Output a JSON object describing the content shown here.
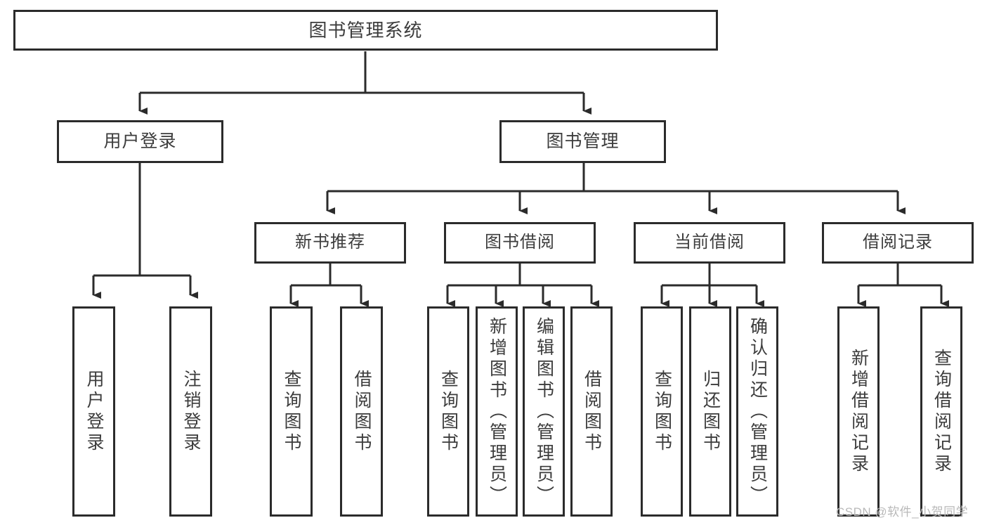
{
  "diagram": {
    "type": "tree-hierarchy",
    "title": "图书管理系统",
    "orientation": "top-down",
    "colors": {
      "stroke": "#2b2b2b",
      "fill": "#ffffff",
      "text": "#3c3c3c",
      "watermark": "#b9b9b9"
    },
    "root": {
      "label": "图书管理系统"
    },
    "level2": [
      {
        "label": "用户登录"
      },
      {
        "label": "图书管理"
      }
    ],
    "level3": [
      {
        "label": "新书推荐"
      },
      {
        "label": "图书借阅"
      },
      {
        "label": "当前借阅"
      },
      {
        "label": "借阅记录"
      }
    ],
    "leaves": {
      "user_login": [
        {
          "label": "用户登录"
        },
        {
          "label": "注销登录"
        }
      ],
      "new_book_recommend": [
        {
          "label": "查询图书"
        },
        {
          "label": "借阅图书"
        }
      ],
      "book_borrow": [
        {
          "label": "查询图书"
        },
        {
          "label": "新增图书（管理员）"
        },
        {
          "label": "编辑图书（管理员）"
        },
        {
          "label": "借阅图书"
        }
      ],
      "current_borrow": [
        {
          "label": "查询图书"
        },
        {
          "label": "归还图书"
        },
        {
          "label": "确认归还（管理员）"
        }
      ],
      "borrow_record": [
        {
          "label": "新增借阅记录"
        },
        {
          "label": "查询借阅记录"
        }
      ]
    }
  },
  "watermark": {
    "text": "CSDN @软件_小贺同学"
  }
}
